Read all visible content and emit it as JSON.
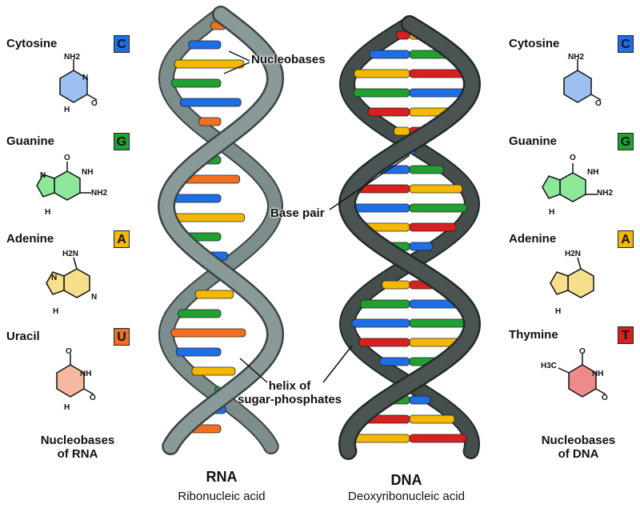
{
  "colors": {
    "cytosine": "#1e6ee6",
    "guanine": "#20a030",
    "adenine": "#f5b800",
    "uracil": "#f07020",
    "thymine": "#d82020",
    "rna_backbone": "#8a9a98",
    "dna_backbone": "#4a5553"
  },
  "rna": {
    "title": "RNA",
    "subtitle": "Ribonucleic acid",
    "caption_line1": "Nucleobases",
    "caption_line2": "of RNA"
  },
  "dna": {
    "title": "DNA",
    "subtitle": "Deoxyribonucleic acid",
    "caption_line1": "Nucleobases",
    "caption_line2": "of DNA"
  },
  "labels": {
    "nucleobases": "Nucleobases",
    "base_pair": "Base pair",
    "helix_line1": "helix of",
    "helix_line2": "sugar-phosphates"
  },
  "left_bases": [
    {
      "name": "Cytosine",
      "letter": "C"
    },
    {
      "name": "Guanine",
      "letter": "G"
    },
    {
      "name": "Adenine",
      "letter": "A"
    },
    {
      "name": "Uracil",
      "letter": "U"
    }
  ],
  "right_bases": [
    {
      "name": "Cytosine",
      "letter": "C"
    },
    {
      "name": "Guanine",
      "letter": "G"
    },
    {
      "name": "Adenine",
      "letter": "A"
    },
    {
      "name": "Thymine",
      "letter": "T"
    }
  ],
  "atoms": {
    "n": "N",
    "o": "O",
    "h": "H",
    "nh": "NH",
    "nh2": "NH2",
    "h2n": "H2N",
    "h3c": "H3C"
  }
}
